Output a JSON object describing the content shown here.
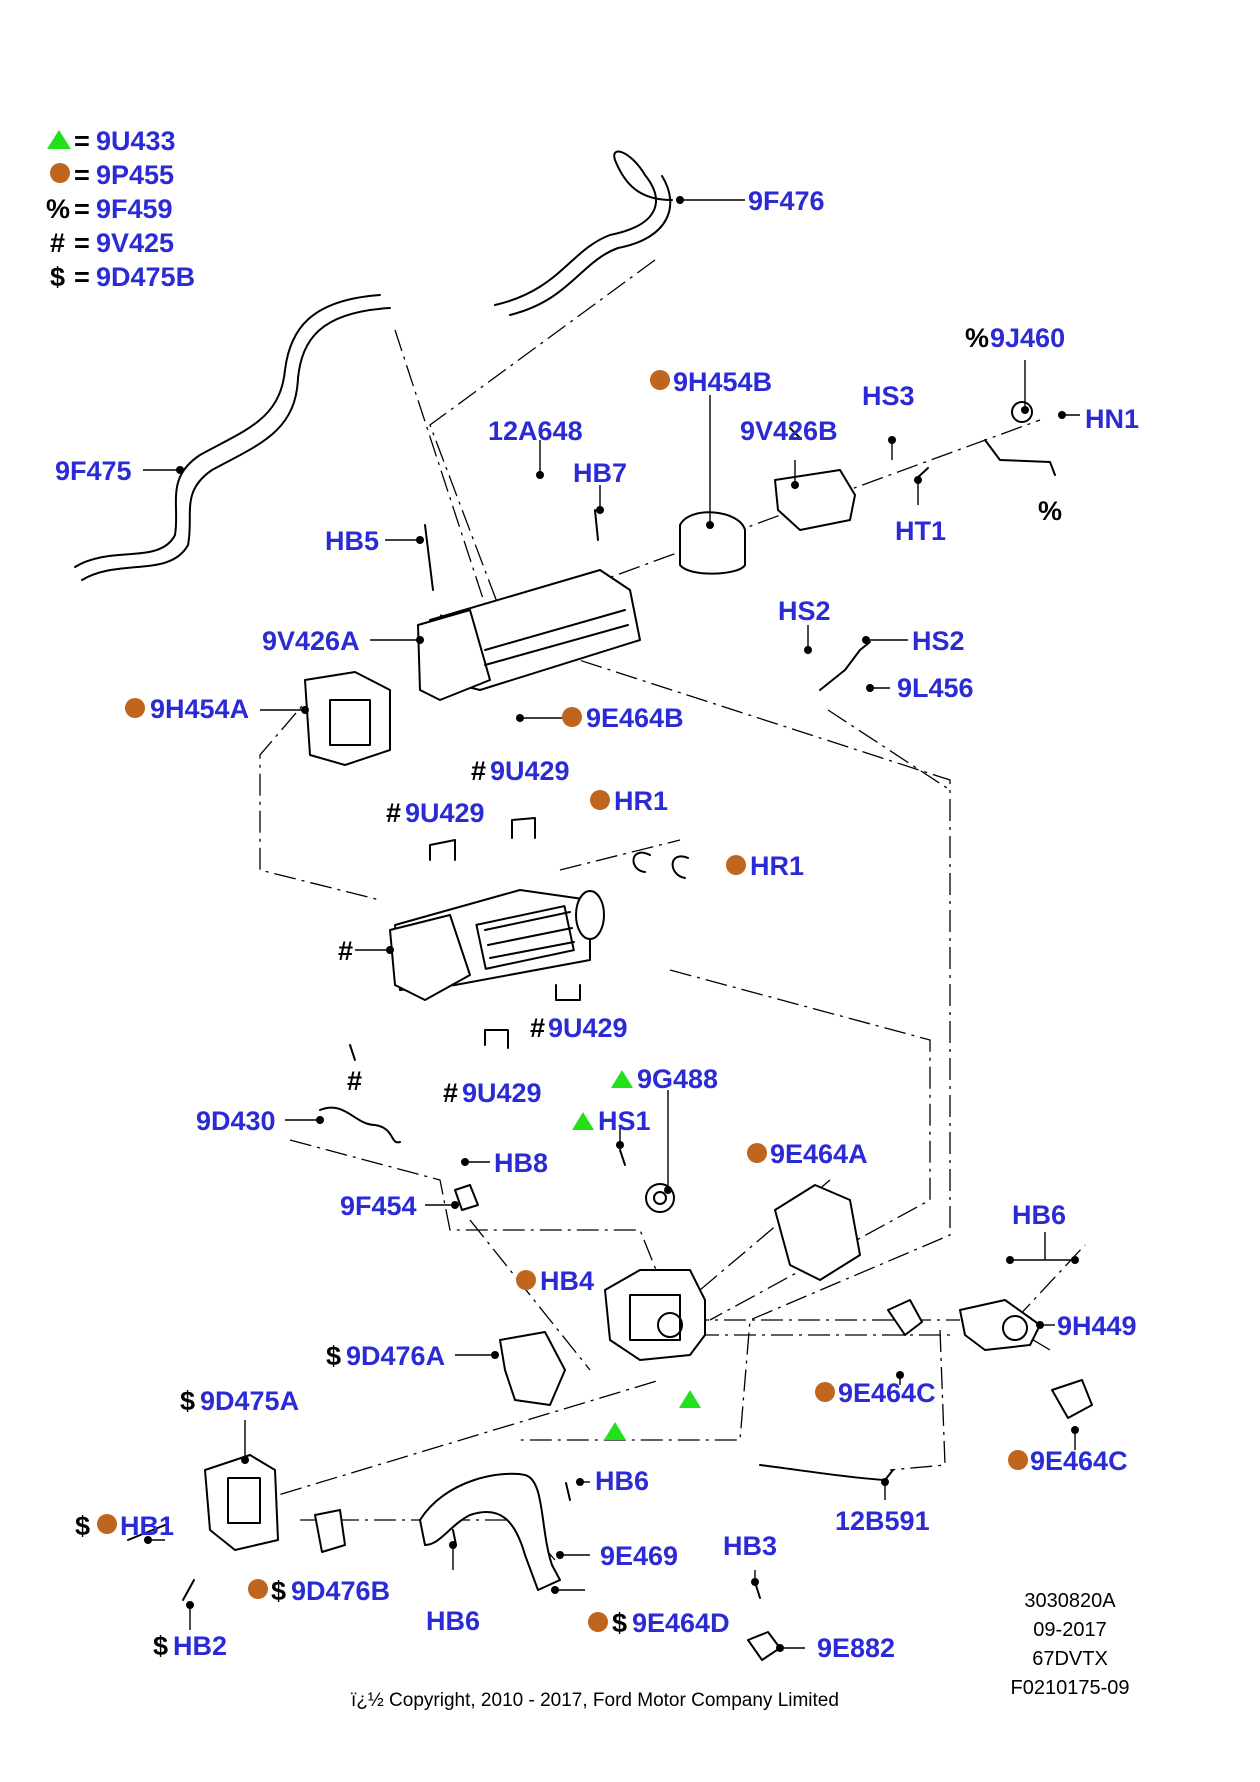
{
  "legend": [
    {
      "symbol": "triangle",
      "symbol_text": "",
      "code": "9U433"
    },
    {
      "symbol": "circle",
      "symbol_text": "",
      "code": "9P455"
    },
    {
      "symbol": "text",
      "symbol_text": "%",
      "code": "9F459"
    },
    {
      "symbol": "text",
      "symbol_text": "#",
      "code": "9V425"
    },
    {
      "symbol": "text",
      "symbol_text": "$",
      "code": "9D475B"
    }
  ],
  "colors": {
    "label": "#2b2bd6",
    "triangle": "#22e01a",
    "circle": "#c0651d",
    "line": "#000000"
  },
  "callouts": {
    "c9F476": "9F476",
    "c9F475": "9F475",
    "c9J460": "9J460",
    "cHN1": "HN1",
    "cPct1": "%",
    "c9H454B": "9H454B",
    "cHS3": "HS3",
    "c9V426B": "9V426B",
    "cHT1": "HT1",
    "c12A648": "12A648",
    "cHB7": "HB7",
    "cHB5": "HB5",
    "c9V426A": "9V426A",
    "cHS2a": "HS2",
    "cHS2b": "HS2",
    "c9L456": "9L456",
    "c9H454A": "9H454A",
    "c9E464B": "9E464B",
    "c9U429a": "9U429",
    "c9U429b": "9U429",
    "cHR1a": "HR1",
    "cHR1b": "HR1",
    "cHash1": "#",
    "c9U429c": "9U429",
    "c9U429d": "9U429",
    "cHash2": "#",
    "c9G488": "9G488",
    "cHS1": "HS1",
    "c9D430": "9D430",
    "cHB8": "HB8",
    "c9F454": "9F454",
    "c9E464A": "9E464A",
    "cHB6a": "HB6",
    "cHB4": "HB4",
    "c9H449": "9H449",
    "c9D476A": "9D476A",
    "c9E464Ca": "9E464C",
    "c9E464Cb": "9E464C",
    "c9D475A": "9D475A",
    "cHB6b": "HB6",
    "c12B591": "12B591",
    "cHB1": "HB1",
    "c9E469": "9E469",
    "cHB3": "HB3",
    "c9D476B": "9D476B",
    "cHB6c": "HB6",
    "c9E464D": "9E464D",
    "c9E882": "9E882",
    "cHB2": "HB2"
  },
  "symbols": {
    "percent": "%",
    "hash": "#",
    "dollar": "$"
  },
  "reference": {
    "line1": "3030820A",
    "line2": "09-2017",
    "line3": "67DVTX",
    "line4": "F0210175-09"
  },
  "copyright": "ï¿½ Copyright, 2010 - 2017, Ford Motor Company Limited"
}
